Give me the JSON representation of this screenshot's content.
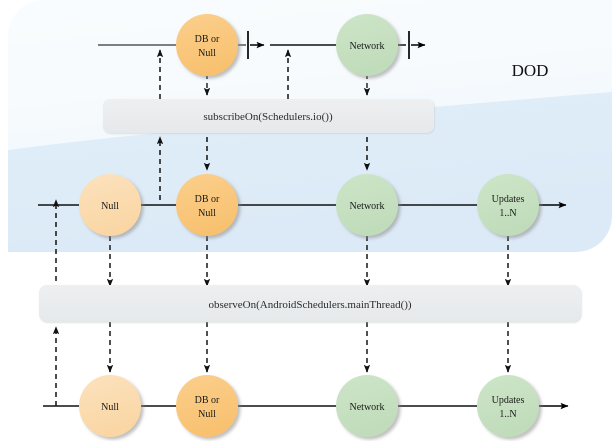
{
  "diagram": {
    "title_overlay": "DOD",
    "panel": {
      "label": "rxjava-stream-panel"
    },
    "bars": [
      {
        "id": "subscribe-on",
        "label": "subscribeOn(Schedulers.io())"
      },
      {
        "id": "observe-on",
        "label": "observeOn(AndroidSchedulers.mainThread())"
      }
    ],
    "rows": [
      {
        "id": "row-top",
        "nodes": [
          {
            "id": "top-db-or-null",
            "label_line1": "DB or",
            "label_line2": "Null",
            "color": "#FAC87D"
          },
          {
            "id": "top-network",
            "label_line1": "Network",
            "label_line2": "",
            "color": "#C7E1C1"
          }
        ]
      },
      {
        "id": "row-middle",
        "nodes": [
          {
            "id": "mid-null",
            "label_line1": "Null",
            "label_line2": "",
            "color": "#FBDCB0"
          },
          {
            "id": "mid-db-or-null",
            "label_line1": "DB or",
            "label_line2": "Null",
            "color": "#FAC87D"
          },
          {
            "id": "mid-network",
            "label_line1": "Network",
            "label_line2": "",
            "color": "#C7E1C1"
          },
          {
            "id": "mid-updates",
            "label_line1": "Updates",
            "label_line2": "1..N",
            "color": "#C7E1C1"
          }
        ]
      },
      {
        "id": "row-bottom",
        "nodes": [
          {
            "id": "bot-null",
            "label_line1": "Null",
            "label_line2": "",
            "color": "#FBDCB0"
          },
          {
            "id": "bot-db-or-null",
            "label_line1": "DB or",
            "label_line2": "Null",
            "color": "#FAC87D"
          },
          {
            "id": "bot-network",
            "label_line1": "Network",
            "label_line2": "",
            "color": "#C7E1C1"
          },
          {
            "id": "bot-updates",
            "label_line1": "Updates",
            "label_line2": "1..N",
            "color": "#C7E1C1"
          }
        ]
      }
    ],
    "colors": {
      "orange_dark": "#FAC87D",
      "orange_light": "#FBDCB0",
      "green": "#C7E1C1",
      "panel_blue_top": "#F6FAFD",
      "panel_blue_bottom": "#DCEAF7",
      "bar_grey": "#E8EAEC",
      "line": "#000000"
    }
  }
}
